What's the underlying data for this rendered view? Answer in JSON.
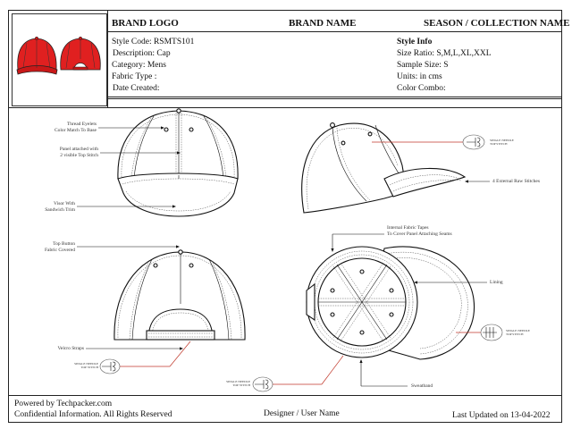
{
  "header": {
    "brand_logo": "BRAND LOGO",
    "brand_name": "BRAND NAME",
    "season": "SEASON / COLLECTION NAME"
  },
  "style": {
    "code": "Style Code: RSMTS101",
    "description": "Description: Cap",
    "category": "Category: Mens",
    "fabric": "Fabric Type :",
    "date": "Date Created:"
  },
  "style_info": {
    "title": "Style Info",
    "size_ratio": "Size Ratio: S,M,L,XL,XXL",
    "sample_size": "Sample Size: S",
    "units": "Units: in cms",
    "color_combo": "Color Combo:"
  },
  "callouts": {
    "thread_eyelets_1": "Thread Eyelets",
    "thread_eyelets_2": "Color Match To Base",
    "panel_1": "Panel attached with",
    "panel_2": "2 visible Top Stitch",
    "visor_1": "Visor With",
    "visor_2": "Sandwich Trim",
    "external_stitches": "4 External Raw Stitches",
    "top_button_1": "Top Button",
    "top_button_2": "Fabric Covered",
    "internal_tapes_1": "Internal Fabric Tapes",
    "internal_tapes_2": "To Cover Panel Attaching Seams",
    "lining": "Lining",
    "velcro": "Velcro Straps",
    "sweatband": "Sweatband",
    "single_needle_1": "Single Needle",
    "single_needle_2": "Top Stitch"
  },
  "footer": {
    "powered": "Powered by Techpacker.com",
    "confidential": "Confidential Information. All Rights Reserved",
    "designer": "Designer / User Name",
    "updated": "Last Updated on 13-04-2022"
  },
  "colors": {
    "cap_red": "#e02020",
    "callout_red": "#c0392b"
  }
}
